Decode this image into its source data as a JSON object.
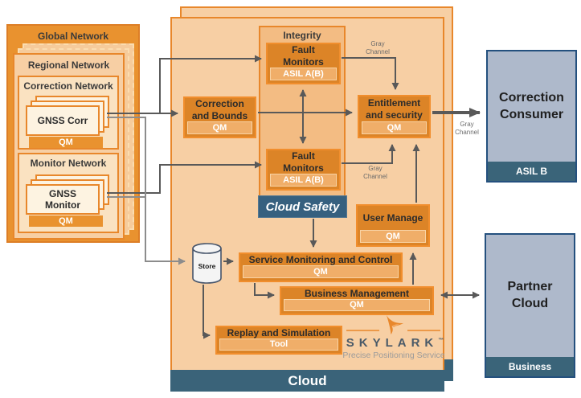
{
  "left_stack": {
    "global_title": "Global Network",
    "regional_title": "Regional Network",
    "correction_network": {
      "title": "Correction Network",
      "card": "GNSS Corr",
      "qm": "QM"
    },
    "monitor_network": {
      "title": "Monitor Network",
      "card": "GNSS\nMonitor",
      "qm": "QM"
    }
  },
  "cloud": {
    "label": "Cloud",
    "integrity": {
      "title": "Integrity",
      "fault_monitors_top": {
        "title": "Fault\nMonitors",
        "strip": "ASIL A(B)"
      },
      "fault_monitors_bottom": {
        "title": "Fault\nMonitors",
        "strip": "ASIL A(B)"
      },
      "safety_label": "Cloud Safety"
    },
    "correction_bounds": {
      "title": "Correction\nand Bounds",
      "strip": "QM"
    },
    "entitlement": {
      "title": "Entitlement\nand security",
      "strip": "QM"
    },
    "user_manage": {
      "title": "User Manage",
      "strip": "QM"
    },
    "service_monitoring": {
      "title": "Service Monitoring and Control",
      "strip": "QM"
    },
    "business_management": {
      "title": "Business Management",
      "strip": "QM"
    },
    "replay_simulation": {
      "title": "Replay and Simulation",
      "strip": "Tool"
    },
    "store_label": "Store",
    "brand": {
      "name": "SKYLARK",
      "tm": "™",
      "tagline": "Precise Positioning Service"
    }
  },
  "right": {
    "correction_consumer": {
      "title": "Correction\nConsumer",
      "badge": "ASIL B"
    },
    "partner_cloud": {
      "title": "Partner\nCloud",
      "badge": "Business"
    }
  },
  "annotations": {
    "gray_channel_top": "Gray\nChannel",
    "gray_channel_mid": "Gray\nChannel",
    "gray_channel_right": "Gray\nChannel"
  },
  "colors": {
    "orange_border": "#E8872B",
    "orange_box_fill": "#DC8427",
    "orange_strip_fill": "#F0AE69",
    "cloud_background": "#F7CFA4",
    "left_stack_fill": "#E9922F",
    "blue_bar": "#3A6379",
    "cloud_safety_fill": "#36607F",
    "consumer_fill": "#AEB9CB",
    "consumer_border": "#24507E",
    "dark_arrow": "#595959",
    "gray_arrow": "#8C8C8C"
  }
}
